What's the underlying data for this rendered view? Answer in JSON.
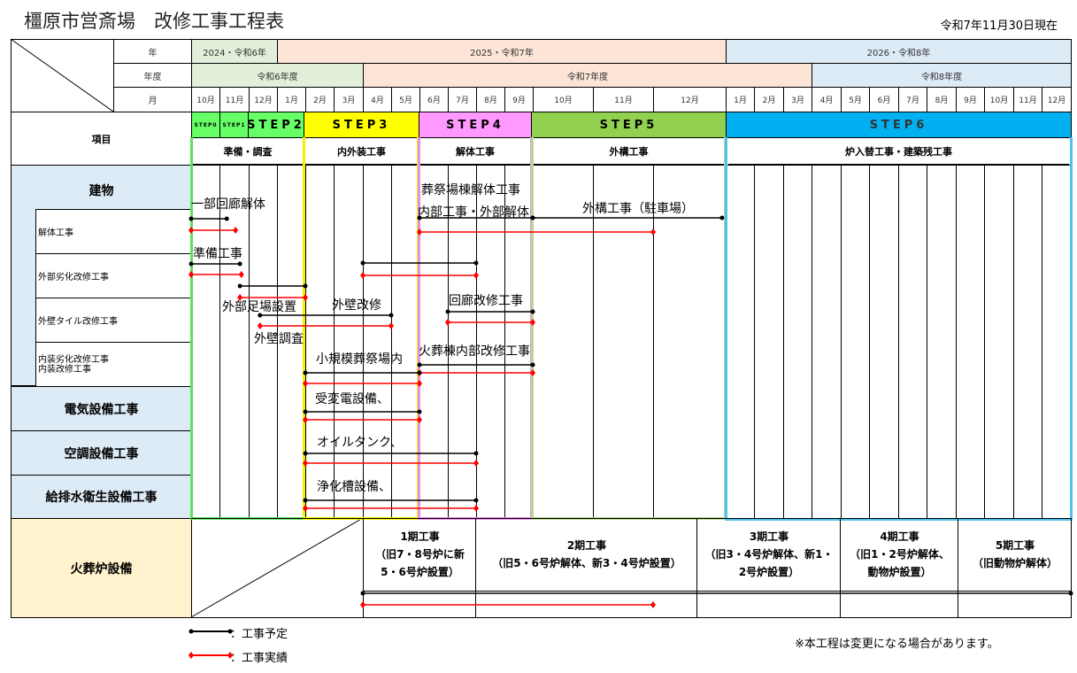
{
  "title": "橿原市営斎場　改修工事工程表",
  "as_of": "令和7年11月30日現在",
  "header": {
    "year_label": "年",
    "fy_label": "年度",
    "month_label": "月",
    "item_label": "項目",
    "years": [
      "2024・令和6年",
      "2025・令和7年",
      "2026・令和8年"
    ],
    "fiscal_years": [
      "令和6年度",
      "令和7年度",
      "令和8年度"
    ],
    "months": [
      "10月",
      "11月",
      "12月",
      "1月",
      "2月",
      "3月",
      "4月",
      "5月",
      "6月",
      "7月",
      "8月",
      "9月",
      "10月",
      "11月",
      "12月",
      "1月",
      "2月",
      "3月",
      "4月",
      "5月",
      "6月",
      "7月",
      "8月",
      "9月",
      "10月",
      "11月",
      "12月"
    ]
  },
  "steps": [
    {
      "name": "STEP0"
    },
    {
      "name": "STEP1"
    },
    {
      "name": "STEP2",
      "desc": "準備・調査"
    },
    {
      "name": "STEP3",
      "desc": "内外装工事"
    },
    {
      "name": "STEP4",
      "desc": "解体工事"
    },
    {
      "name": "STEP5",
      "desc": "外構工事"
    },
    {
      "name": "STEP6",
      "desc": "炉入替工事・建築残工事"
    }
  ],
  "rows": {
    "building": "建物",
    "demolition": "解体工事",
    "exterior": "外部劣化改修工事",
    "tile": "外壁タイル改修工事",
    "interior": "内装劣化改修工事\n内装改修工事",
    "electric": "電気設備工事",
    "hvac": "空調設備工事",
    "plumbing": "給排水衛生設備工事",
    "furnace": "火葬炉設備"
  },
  "tasks": [
    {
      "label": "一部回廊解体",
      "plan": [
        0,
        1.25
      ],
      "actual": [
        0,
        1.55
      ]
    },
    {
      "label": "葬祭場棟解体工事",
      "label2": "内部工事・外部解体",
      "plan": [
        8,
        12
      ],
      "actual": [
        8,
        14
      ]
    },
    {
      "label": "外構工事（駐車場）",
      "plan": [
        12,
        14.95
      ]
    },
    {
      "label": "準備工事",
      "plan": [
        0,
        1.7
      ],
      "actual": [
        0,
        1.75
      ]
    },
    {
      "label": "",
      "plan": [
        6,
        10
      ],
      "actual": [
        6,
        10
      ]
    },
    {
      "label": "外部足場設置",
      "plan": [
        1.7,
        4
      ],
      "actual": [
        1.7,
        4
      ]
    },
    {
      "label": "外壁調査",
      "label2": "外壁改修",
      "plan": [
        2.4,
        7
      ],
      "actual": [
        2.4,
        7
      ]
    },
    {
      "label": "回廊改修工事",
      "plan": [
        9,
        12
      ],
      "actual": [
        9,
        12
      ]
    },
    {
      "label": "火葬棟内部改修工事",
      "plan": [
        8,
        12
      ],
      "actual": [
        8,
        12
      ]
    },
    {
      "label": "小規模葬祭場内",
      "plan": [
        4,
        8
      ],
      "actual": [
        4,
        8
      ]
    },
    {
      "label": "受変電設備、",
      "plan": [
        4,
        8
      ],
      "actual": [
        4,
        8
      ]
    },
    {
      "label": "オイルタンク、",
      "plan": [
        4,
        10
      ],
      "actual": [
        4,
        10
      ]
    },
    {
      "label": "浄化槽設備、",
      "plan": [
        4,
        10
      ],
      "actual": [
        4,
        10
      ]
    },
    {
      "label": "火葬炉",
      "plan": [
        6,
        27
      ],
      "actual": [
        6,
        14
      ]
    }
  ],
  "furnace_phases": [
    {
      "title": "1期工事",
      "desc": "（旧7・8号炉に新\n5・6号炉設置）"
    },
    {
      "title": "2期工事",
      "desc": "（旧5・6号炉解体、新3・4号炉設置）"
    },
    {
      "title": "3期工事",
      "desc": "（旧3・4号炉解体、新1・\n2号炉設置）"
    },
    {
      "title": "4期工事",
      "desc": "（旧1・2号炉解体、\n動物炉設置）"
    },
    {
      "title": "5期工事",
      "desc": "（旧動物炉解体）"
    }
  ],
  "legend": {
    "plan": "：工事予定",
    "actual": "：工事実績"
  },
  "note": "※本工程は変更になる場合があります。",
  "colors": {
    "plan": "#000000",
    "actual": "#ff0000",
    "step2": "#66ff66",
    "step3": "#ffff00",
    "step4": "#ff99ff",
    "step5": "#92d050",
    "step6": "#00b0f0"
  }
}
